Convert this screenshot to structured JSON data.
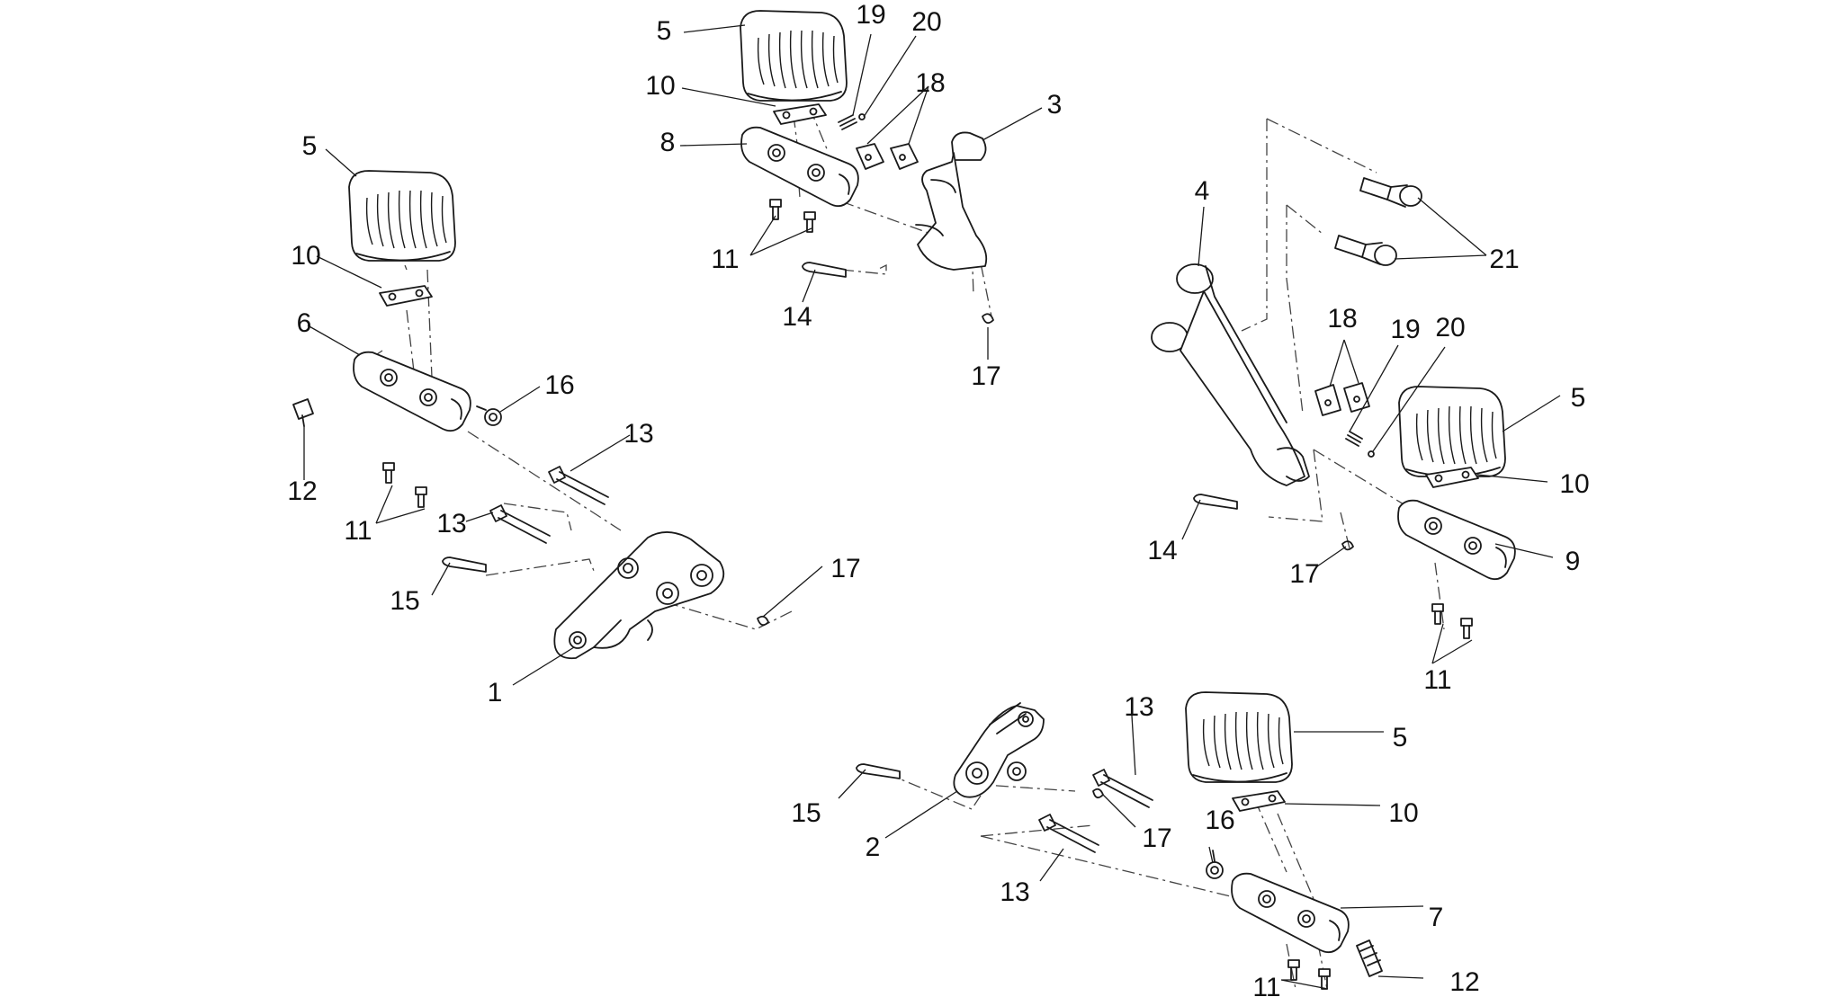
{
  "callouts": [
    {
      "id": "c-upper-5",
      "text": "5"
    },
    {
      "id": "c-upper-19",
      "text": "19"
    },
    {
      "id": "c-upper-20",
      "text": "20"
    },
    {
      "id": "c-upper-10",
      "text": "10"
    },
    {
      "id": "c-upper-18",
      "text": "18"
    },
    {
      "id": "c-upper-3",
      "text": "3"
    },
    {
      "id": "c-upper-8",
      "text": "8"
    },
    {
      "id": "c-upper-11",
      "text": "11"
    },
    {
      "id": "c-upper-14",
      "text": "14"
    },
    {
      "id": "c-upper-17",
      "text": "17"
    },
    {
      "id": "c-left-5",
      "text": "5"
    },
    {
      "id": "c-left-10",
      "text": "10"
    },
    {
      "id": "c-left-6",
      "text": "6"
    },
    {
      "id": "c-left-16",
      "text": "16"
    },
    {
      "id": "c-left-12",
      "text": "12"
    },
    {
      "id": "c-left-13a",
      "text": "13"
    },
    {
      "id": "c-left-13b",
      "text": "13"
    },
    {
      "id": "c-left-11",
      "text": "11"
    },
    {
      "id": "c-left-15",
      "text": "15"
    },
    {
      "id": "c-left-17",
      "text": "17"
    },
    {
      "id": "c-left-1",
      "text": "1"
    },
    {
      "id": "c-right-4",
      "text": "4"
    },
    {
      "id": "c-right-21",
      "text": "21"
    },
    {
      "id": "c-right-18",
      "text": "18"
    },
    {
      "id": "c-right-19",
      "text": "19"
    },
    {
      "id": "c-right-20",
      "text": "20"
    },
    {
      "id": "c-right-5",
      "text": "5"
    },
    {
      "id": "c-right-10",
      "text": "10"
    },
    {
      "id": "c-right-14",
      "text": "14"
    },
    {
      "id": "c-right-9",
      "text": "9"
    },
    {
      "id": "c-right-17",
      "text": "17"
    },
    {
      "id": "c-right-11",
      "text": "11"
    },
    {
      "id": "c-low-13a",
      "text": "13"
    },
    {
      "id": "c-low-5",
      "text": "5"
    },
    {
      "id": "c-low-15",
      "text": "15"
    },
    {
      "id": "c-low-10",
      "text": "10"
    },
    {
      "id": "c-low-2",
      "text": "2"
    },
    {
      "id": "c-low-17",
      "text": "17"
    },
    {
      "id": "c-low-16",
      "text": "16"
    },
    {
      "id": "c-low-13b",
      "text": "13"
    },
    {
      "id": "c-low-7",
      "text": "7"
    },
    {
      "id": "c-low-11",
      "text": "11"
    },
    {
      "id": "c-low-12",
      "text": "12"
    }
  ]
}
